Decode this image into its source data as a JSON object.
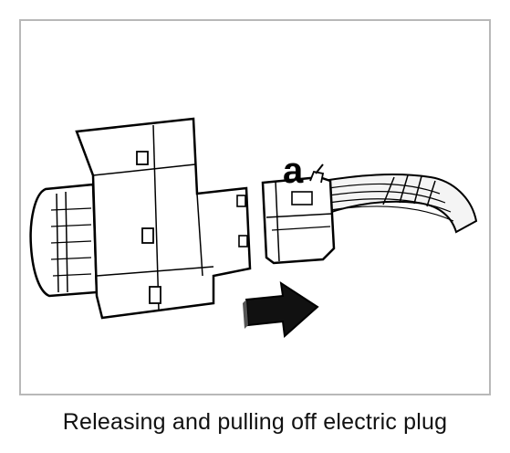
{
  "figure": {
    "callout_label": "a",
    "caption": "Releasing and pulling off electric plug"
  },
  "icons": {
    "switch_body": "ignition-switch-body-illustration",
    "plug": "electric-plug-connector-illustration",
    "cable": "wire-harness-illustration",
    "arrow": "pull-direction-arrow-icon"
  }
}
